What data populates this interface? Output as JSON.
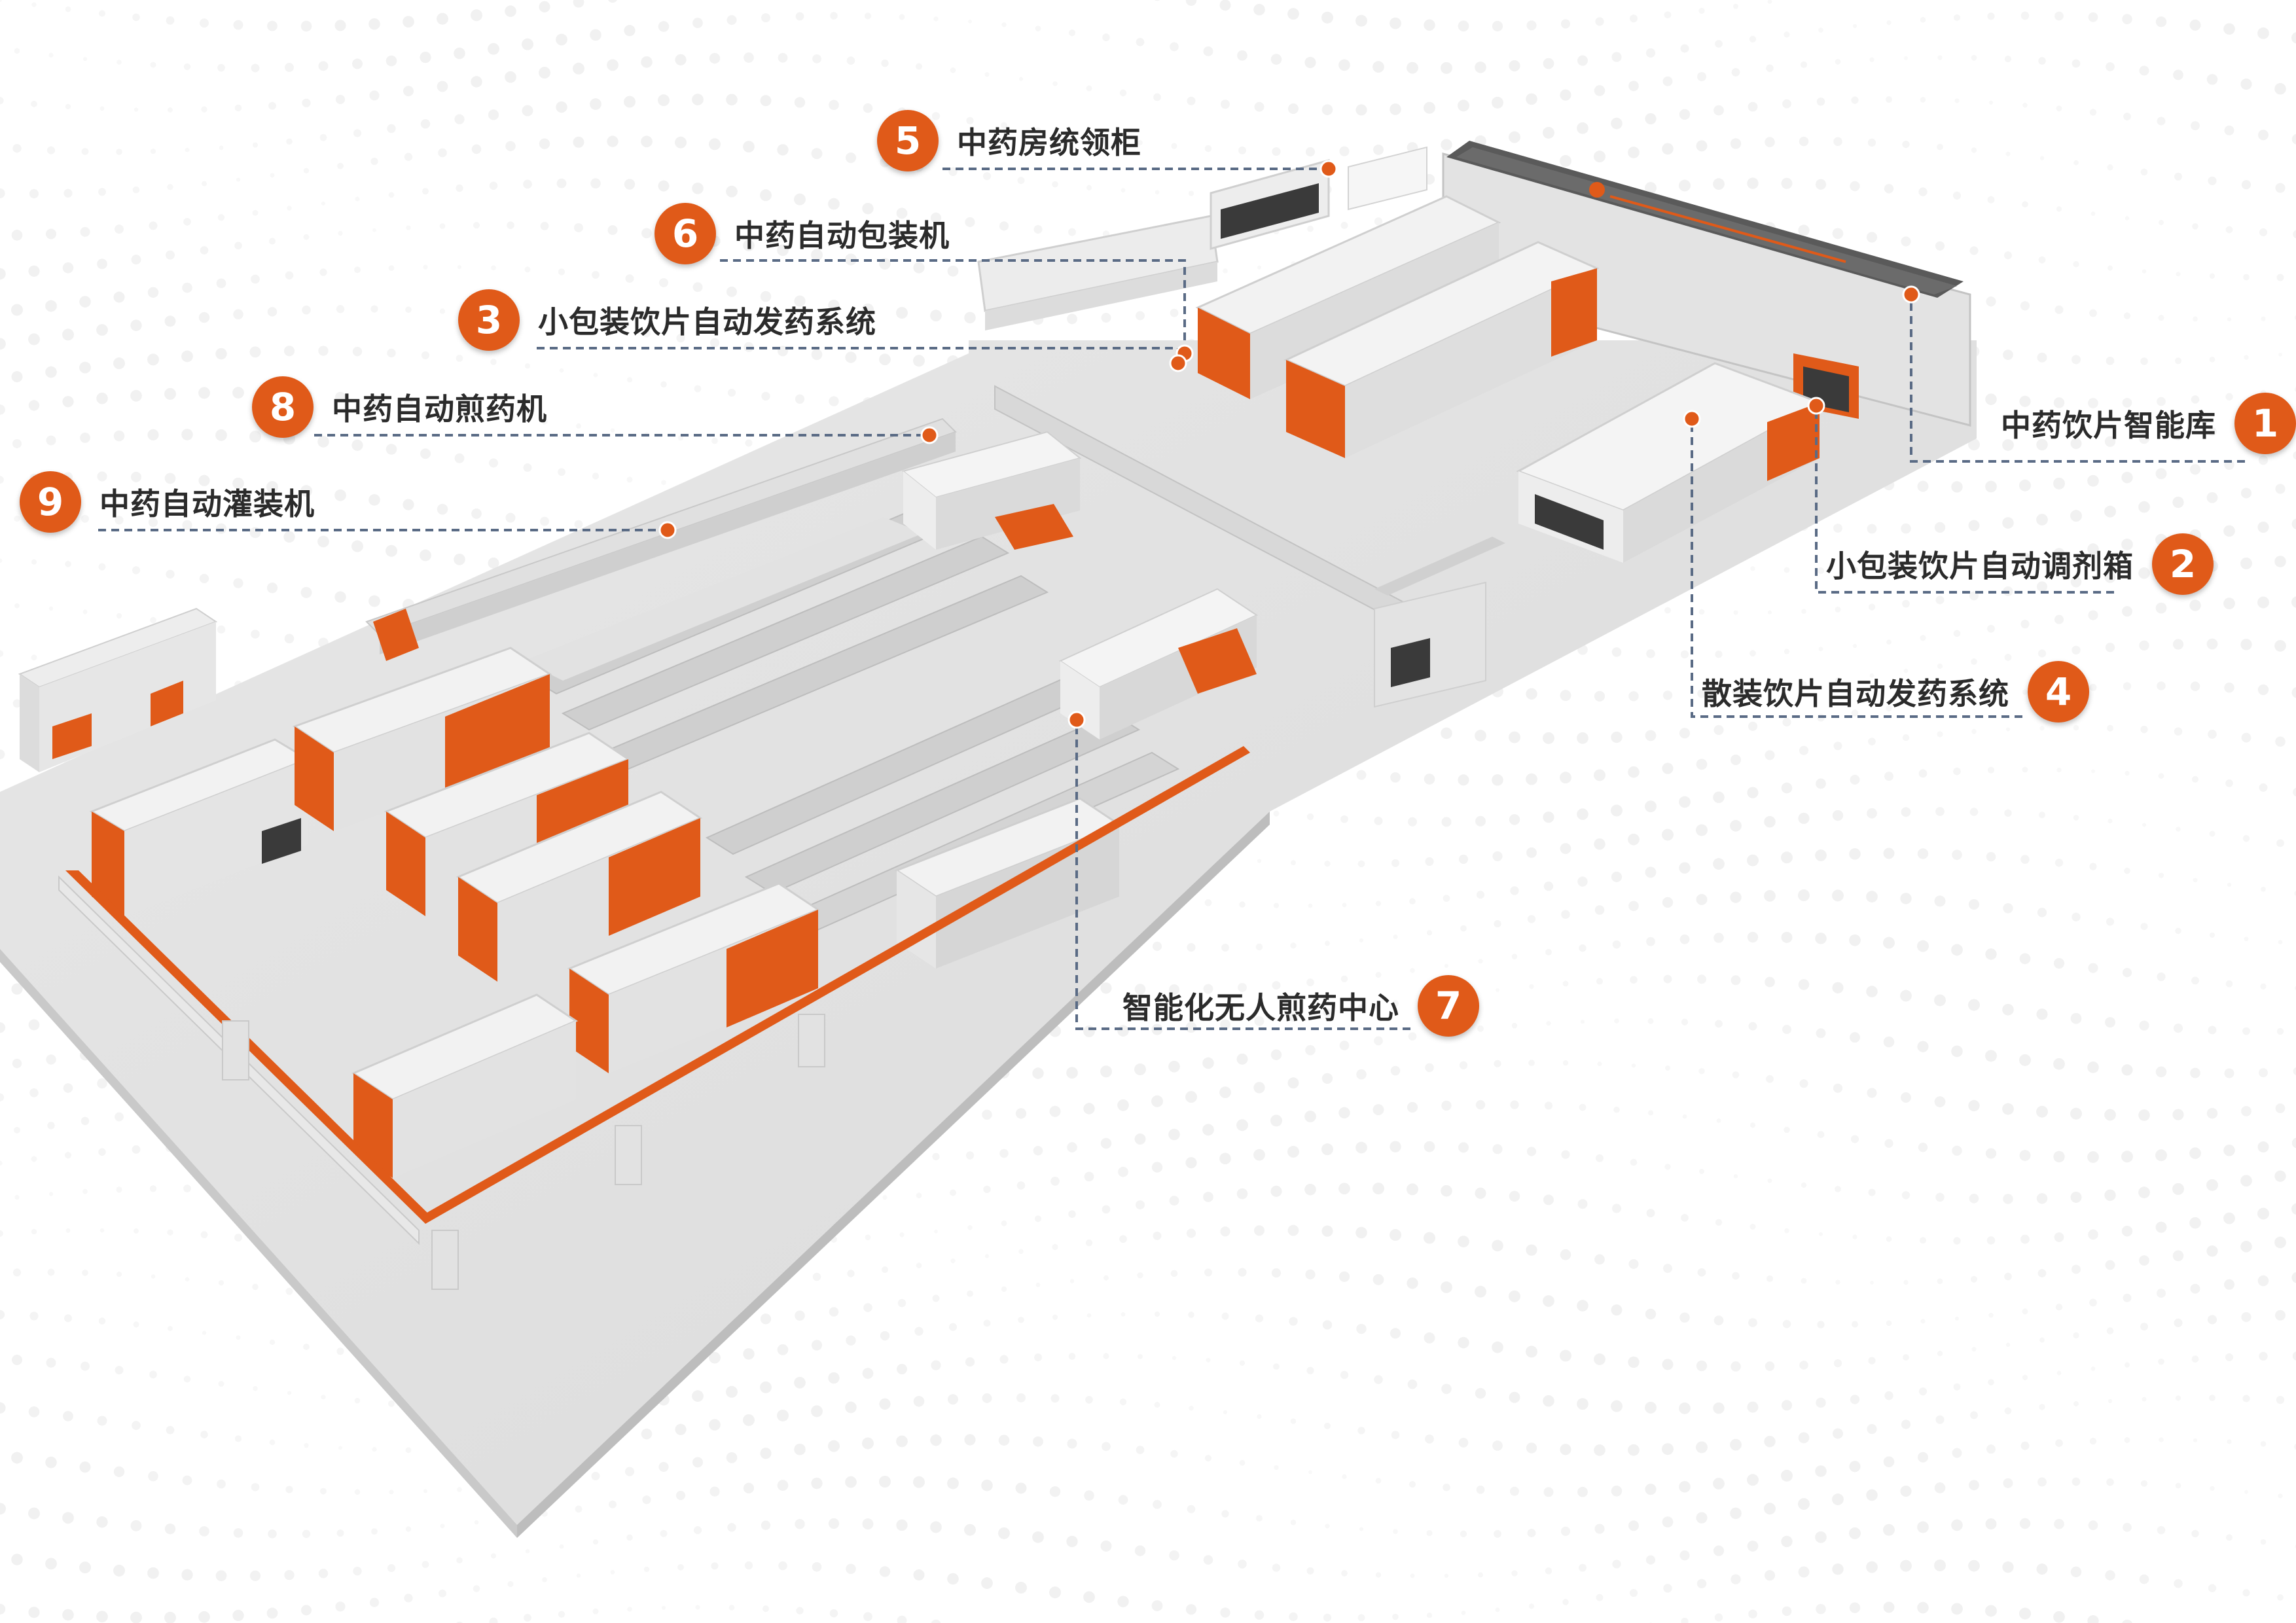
{
  "diagram": {
    "accent_color": "#e05a19",
    "labels": [
      {
        "id": "1",
        "text": "中药饮片智能库"
      },
      {
        "id": "2",
        "text": "小包装饮片自动调剂箱"
      },
      {
        "id": "3",
        "text": "小包装饮片自动发药系统"
      },
      {
        "id": "4",
        "text": "散装饮片自动发药系统"
      },
      {
        "id": "5",
        "text": "中药房统领柜"
      },
      {
        "id": "6",
        "text": "中药自动包装机"
      },
      {
        "id": "7",
        "text": "智能化无人煎药中心"
      },
      {
        "id": "8",
        "text": "中药自动煎药机"
      },
      {
        "id": "9",
        "text": "中药自动灌装机"
      }
    ]
  }
}
